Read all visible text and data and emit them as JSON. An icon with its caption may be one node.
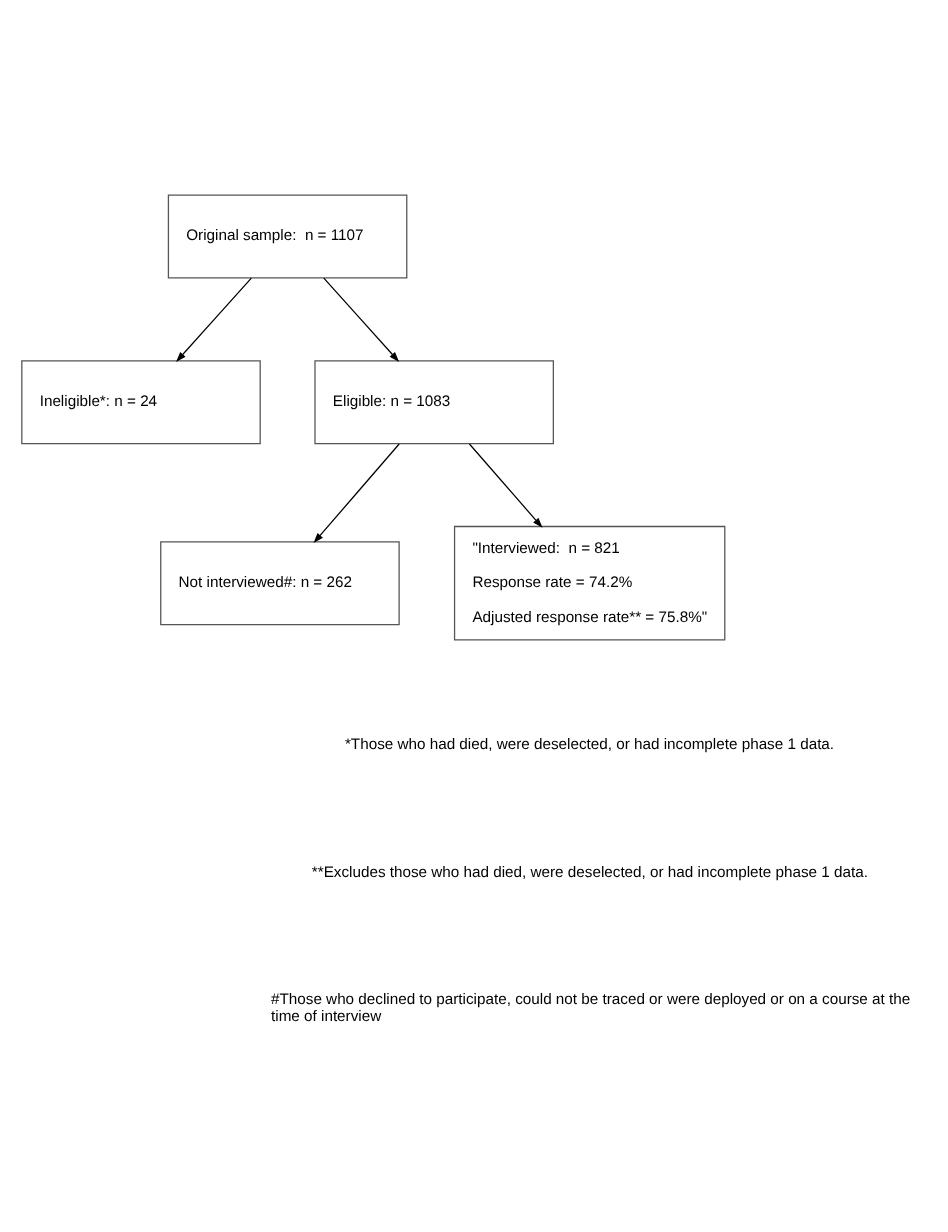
{
  "diagram": {
    "nodes": [
      {
        "text": [
          "Original sample:  n = 1107"
        ]
      },
      {
        "text": [
          "Ineligible*: n = 24"
        ]
      },
      {
        "text": [
          "Eligible: n = 1083"
        ]
      },
      {
        "text": [
          "Not interviewed#: n = 262"
        ]
      },
      {
        "text": [
          "\"Interviewed:  n = 821",
          "Response rate = 74.2%",
          "Adjusted response rate** = 75.8%\""
        ]
      }
    ],
    "edges": [
      {
        "from": 0,
        "to": 1,
        "arrow": "to"
      },
      {
        "from": 0,
        "to": 2,
        "arrow": "to"
      },
      {
        "from": 2,
        "to": 3,
        "arrow": "to"
      },
      {
        "from": 2,
        "to": 4,
        "arrow": "to"
      }
    ],
    "labels": [
      "*Those who had died, were deselected, or had incomplete phase 1 data.",
      "**Excludes those who had died, were deselected, or had incomplete phase 1 data.",
      "#Those who declined to participate, could not be traced or were deployed or on a course at the time of interview"
    ]
  }
}
